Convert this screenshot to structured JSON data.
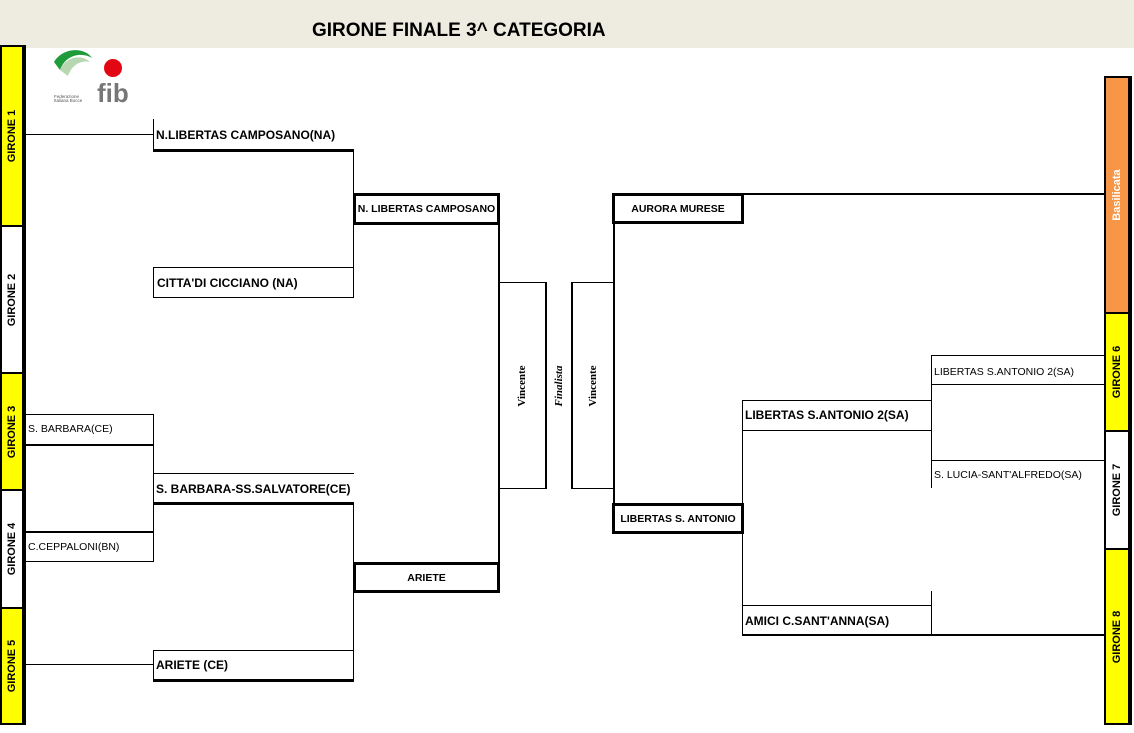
{
  "title": "GIRONE FINALE 3^ CATEGORIA",
  "logo": {
    "name": "fib",
    "subtitle1": "Federazione",
    "subtitle2": "Italiana Bocce"
  },
  "gironi": [
    "GIRONE 1",
    "GIRONE 2",
    "GIRONE 3",
    "GIRONE 4",
    "GIRONE 5",
    "Basilicata",
    "GIRONE 6",
    "GIRONE 7",
    "GIRONE 8"
  ],
  "left": {
    "r1": [
      "N.LIBERTAS CAMPOSANO(NA)",
      "CITTA'DI CICCIANO (NA)",
      "S. BARBARA(CE)",
      "C.CEPPALONI(BN)",
      "S. BARBARA-SS.SALVATORE(CE)",
      "ARIETE (CE)"
    ],
    "semi": [
      "N. LIBERTAS CAMPOSANO",
      "ARIETE"
    ]
  },
  "right": {
    "r1": [
      "LIBERTAS S.ANTONIO 2(SA)",
      "S. LUCIA-SANT'ALFREDO(SA)",
      "LIBERTAS S.ANTONIO 2(SA)",
      "AMICI C.SANT'ANNA(SA)"
    ],
    "semi": [
      "AURORA MURESE",
      "LIBERTAS S. ANTONIO"
    ]
  },
  "center": {
    "vincente_left": "Vincente",
    "finalista": "Finalista",
    "vincente_right": "Vincente"
  },
  "colors": {
    "header_bg": "#eeece1",
    "girone_yellow": "#ffff00",
    "basilicata": "#f79646"
  }
}
